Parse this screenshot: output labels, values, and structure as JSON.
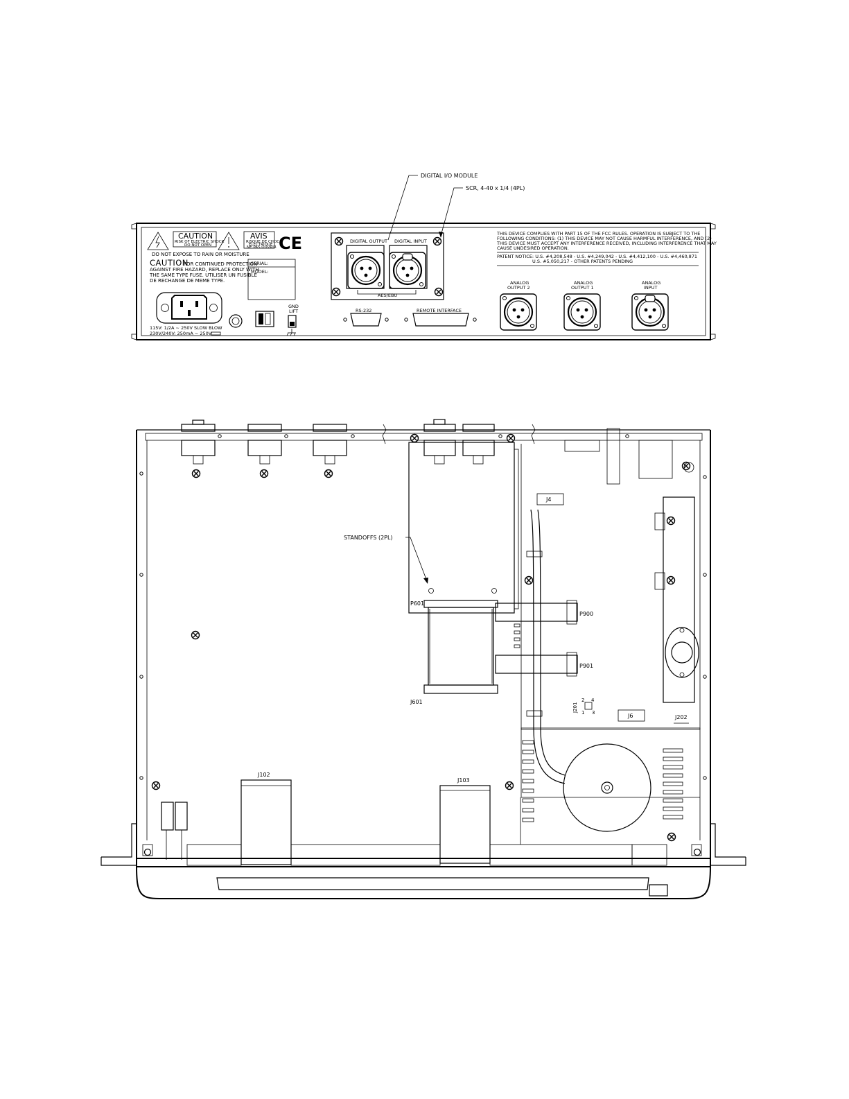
{
  "rear_panel": {
    "callout_digital_io": "DIGITAL I/O MODULE",
    "callout_screw": "SCR, 4-40 x 1/4 (4PL)",
    "caution_label": "CAUTION",
    "caution_sub1": "RISK OF ELECTRIC SHOCK",
    "caution_sub2": "DO NOT OPEN",
    "avis_label": "AVIS",
    "avis_sub1": "RISQUE DE CHOC",
    "avis_sub2": "ELECTRIQUE",
    "avis_sub3": "NE PAS OUVRIR",
    "ce_mark": "CE",
    "moisture_warning": "DO NOT EXPOSE TO RAIN OR MOISTURE",
    "caution_big": "CAUTION",
    "fuse_text_1": "FOR CONTINUED PROTECTION",
    "fuse_text_2": "AGAINST FIRE HAZARD, REPLACE ONLY WITH",
    "fuse_text_3": "THE SAME TYPE FUSE. UTILISER UN FUSIBLE",
    "fuse_text_4": "DE RECHANGE DE MEME TYPE.",
    "serial_label": "SERIAL:",
    "model_label": "MODEL:",
    "power_rating_1": "115V: 1/2A ~ 250V SLOW BLOW",
    "power_rating_2": "230V/240V: 250mA ~ 250V",
    "gnd_lift_1": "GND",
    "gnd_lift_2": "LIFT",
    "digital_output": "DIGITAL OUTPUT",
    "digital_input": "DIGITAL INPUT",
    "aes_ebu": "AES/EBU",
    "rs232": "RS-232",
    "remote_interface": "REMOTE INTERFACE",
    "fcc_1": "THIS DEVICE COMPLIES WITH PART 15 OF THE FCC RULES. OPERATION IS SUBJECT TO THE",
    "fcc_2": "FOLLOWING CONDITIONS: (1) THIS DEVICE MAY NOT CAUSE HARMFUL INTERFERENCE, AND (2)",
    "fcc_3": "THIS DEVICE MUST ACCEPT ANY INTERFERENCE RECEIVED, INCLUDING INTERFERENCE THAT MAY",
    "fcc_4": "CAUSE UNDESIRED OPERATION.",
    "patent_1": "PATENT NOTICE: U.S. #4,208,548 - U.S. #4,249,042 - U.S. #4,412,100 - U.S. #4,460,871",
    "patent_2": "U.S. #5,050,217 - OTHER PATENTS PENDING",
    "analog_output_2_a": "ANALOG",
    "analog_output_2_b": "OUTPUT 2",
    "analog_output_1_a": "ANALOG",
    "analog_output_1_b": "OUTPUT 1",
    "analog_input_a": "ANALOG",
    "analog_input_b": "INPUT"
  },
  "top_view": {
    "standoffs": "STANDOFFS (2PL)",
    "p601": "P601",
    "j601": "J601",
    "j4": "J4",
    "p900": "P900",
    "p901": "P901",
    "j201": "J201",
    "j201_pin2": "2",
    "j201_pin4": "4",
    "j201_pin1": "1",
    "j201_pin3": "3",
    "j6": "J6",
    "j202": "J202",
    "j102": "J102",
    "j103": "J103"
  },
  "icons": [
    "warning-triangle-icon",
    "ce-mark-icon",
    "screw-icon",
    "xlr-connector-icon",
    "iec-power-inlet-icon",
    "ground-symbol-icon",
    "toroidal-transformer-icon"
  ]
}
